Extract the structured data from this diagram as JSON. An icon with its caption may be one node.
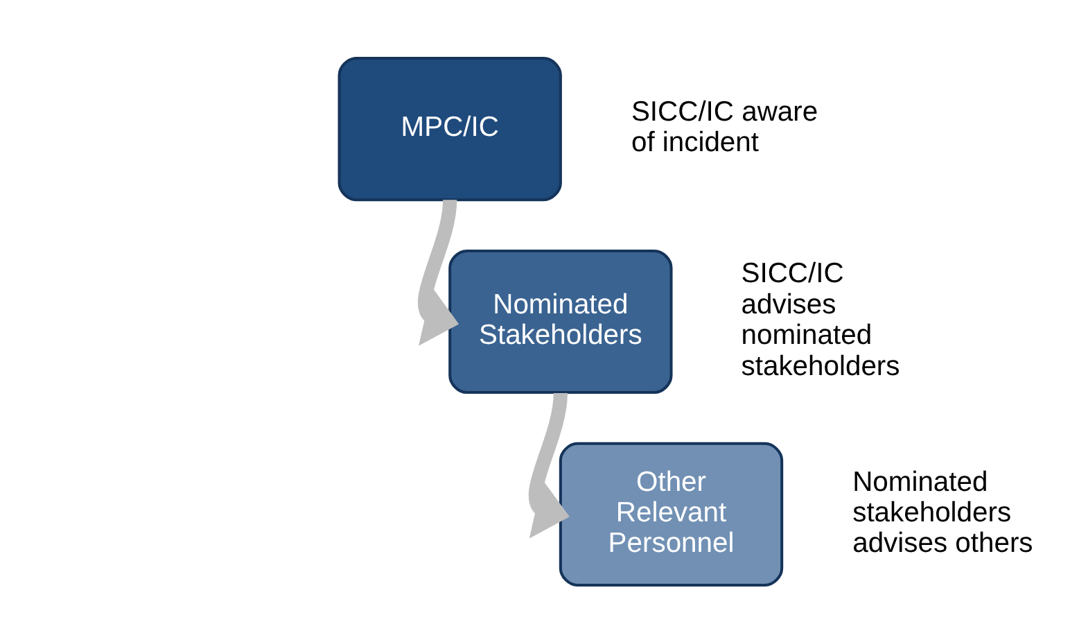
{
  "diagram": {
    "nodes": [
      {
        "text": [
          "MPC/IC"
        ],
        "beside": [
          "SICC/IC aware of incident"
        ]
      },
      {
        "text": [
          "Nominated Stakeholders"
        ],
        "beside": [
          "SICC/IC advises nominated stakeholders"
        ]
      },
      {
        "text": [
          "Other Relevant Personnel"
        ],
        "beside": [
          "Nominated stakeholders advises others"
        ]
      }
    ],
    "edges": [
      {
        "from": 0,
        "to": 1,
        "arrow": "to"
      },
      {
        "from": 1,
        "to": 2,
        "arrow": "to"
      }
    ]
  }
}
